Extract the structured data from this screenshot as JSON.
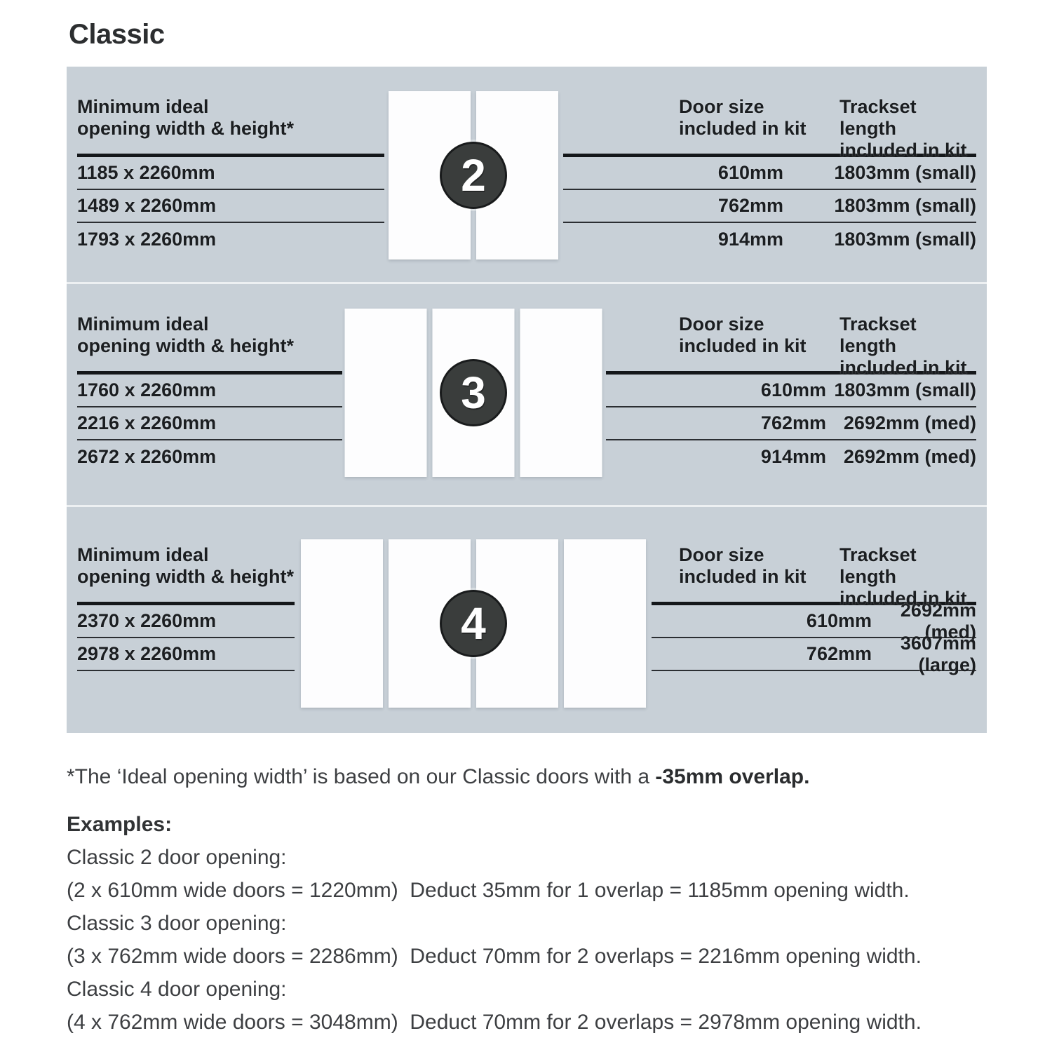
{
  "title": "Classic",
  "colors": {
    "panel_background": "#c8d0d7",
    "door_panel": "#fdfdfe",
    "badge_background": "#3a3d3c",
    "table_text": "#1b1e21",
    "body_text": "#3d3f42"
  },
  "table_headers": {
    "left_line1": "Minimum ideal",
    "left_line2": "opening width & height*",
    "door_line1": "Door size",
    "door_line2": "included in kit",
    "track_line1": "Trackset length",
    "track_line2": "included in kit"
  },
  "sections": [
    {
      "door_count": "2",
      "left_rows": [
        "1185 x 2260mm",
        "1489 x 2260mm",
        "1793 x 2260mm"
      ],
      "right_rows": [
        {
          "door_size": "610mm",
          "trackset": "1803mm (small)"
        },
        {
          "door_size": "762mm",
          "trackset": "1803mm (small)"
        },
        {
          "door_size": "914mm",
          "trackset": "1803mm (small)"
        }
      ]
    },
    {
      "door_count": "3",
      "left_rows": [
        "1760 x 2260mm",
        "2216 x 2260mm",
        "2672 x 2260mm"
      ],
      "right_rows": [
        {
          "door_size": "610mm",
          "trackset": "1803mm (small)"
        },
        {
          "door_size": "762mm",
          "trackset": "2692mm (med)"
        },
        {
          "door_size": "914mm",
          "trackset": "2692mm (med)"
        }
      ]
    },
    {
      "door_count": "4",
      "left_rows": [
        "2370 x 2260mm",
        "2978 x 2260mm"
      ],
      "right_rows": [
        {
          "door_size": "610mm",
          "trackset": "2692mm (med)"
        },
        {
          "door_size": "762mm",
          "trackset": "3607mm (large)"
        }
      ]
    }
  ],
  "footnote": {
    "regular": "*The ‘Ideal opening width’ is based on our Classic doors with a ",
    "bold": "-35mm overlap."
  },
  "examples": {
    "heading": "Examples:",
    "lines": [
      "Classic 2 door opening:",
      "(2 x 610mm wide doors = 1220mm)  Deduct 35mm for 1 overlap = 1185mm opening width.",
      "Classic 3 door opening:",
      "(3 x 762mm wide doors = 2286mm)  Deduct 70mm for 2 overlaps = 2216mm opening width.",
      "Classic 4 door opening:",
      "(4 x 762mm wide doors = 3048mm)  Deduct 70mm for 2 overlaps = 2978mm opening width."
    ]
  }
}
